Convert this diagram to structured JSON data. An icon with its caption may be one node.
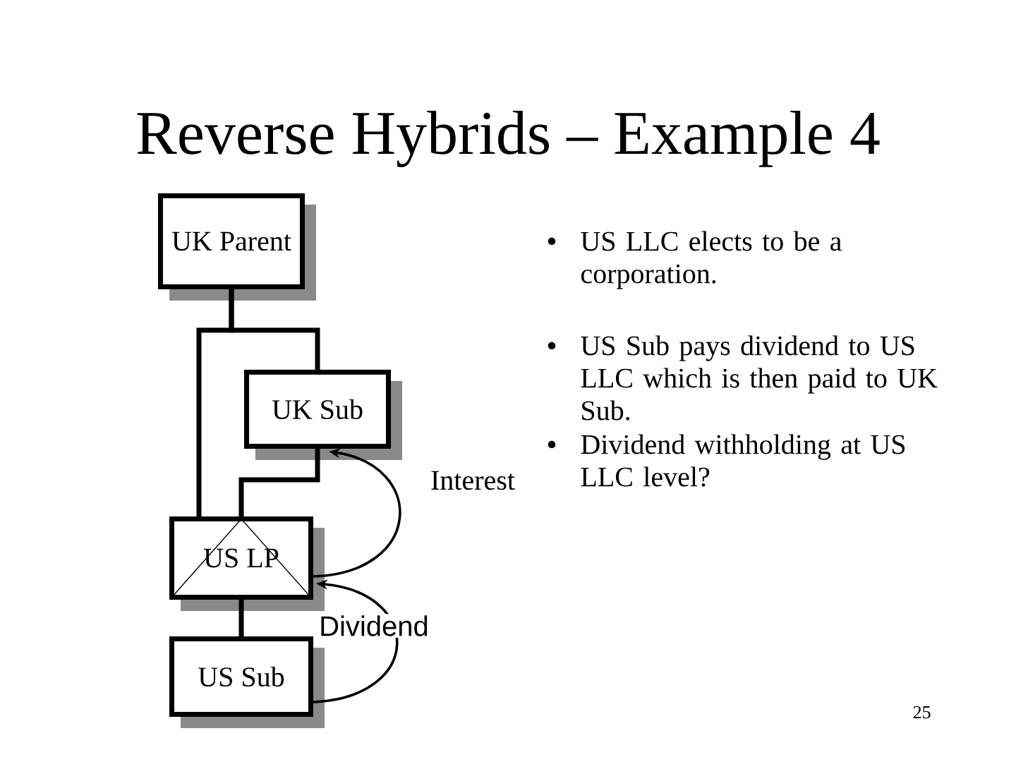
{
  "diagram": {
    "title": "Reverse Hybrids – Example 4",
    "nodes": [
      {
        "text": [
          "UK Parent"
        ]
      },
      {
        "text": [
          "UK Sub"
        ]
      },
      {
        "text": [
          "US LP"
        ]
      },
      {
        "text": [
          "US Sub"
        ]
      }
    ],
    "edges": [
      {
        "from": 0,
        "to": 1,
        "arrow": "none"
      },
      {
        "from": 0,
        "to": 2,
        "arrow": "none"
      },
      {
        "from": 1,
        "to": 2,
        "arrow": "none"
      },
      {
        "from": 2,
        "to": 3,
        "arrow": "none"
      },
      {
        "from": 2,
        "to": 1,
        "arrow": "to",
        "label": "Interest"
      },
      {
        "from": 3,
        "to": 2,
        "arrow": "to",
        "label": "Dividend"
      }
    ],
    "labels": [
      "US LLC elects to be a corporation.",
      "US Sub pays dividend to US LLC which is then paid to UK Sub.",
      "Dividend withholding at US LLC level?",
      "25"
    ]
  }
}
